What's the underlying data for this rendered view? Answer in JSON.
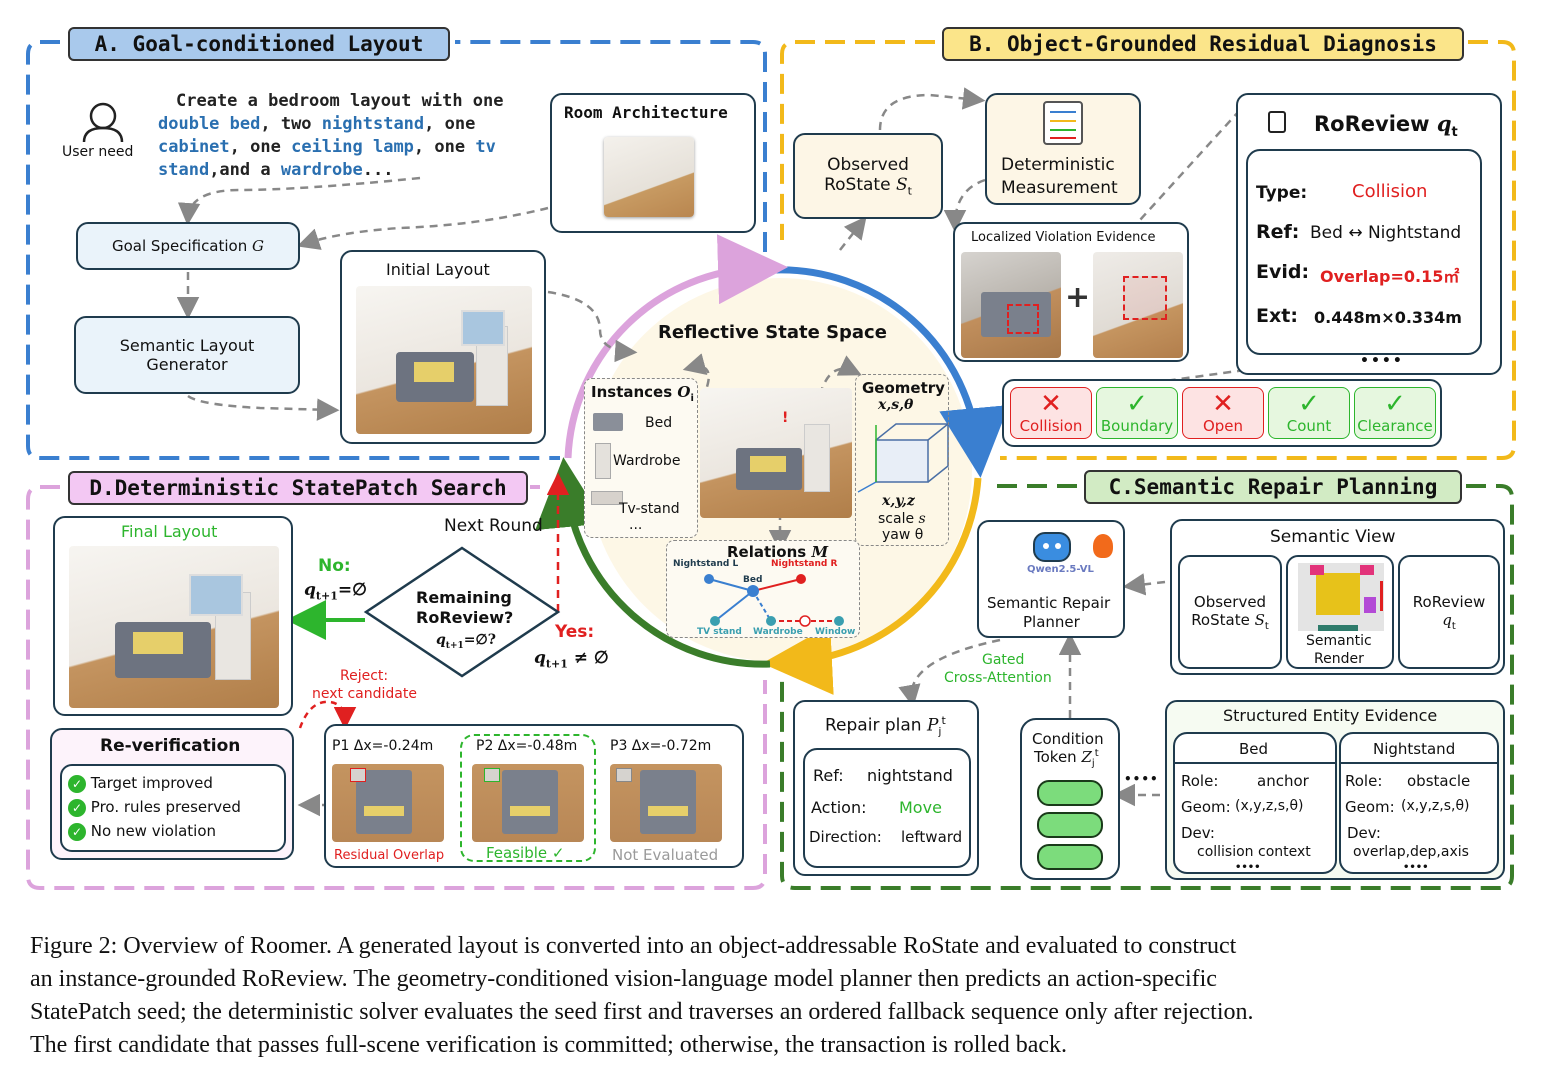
{
  "panelA": {
    "title": "A. Goal-conditioned Layout",
    "user_need_label": "User need",
    "prompt": {
      "line1": "Create a bedroom layout with one",
      "kw_double_bed": "double bed",
      "txt_two": ", two",
      "kw_nightstand": "nightstand",
      "txt_one1": ", one",
      "kw_cabinet": "cabinet",
      "txt_one2": ", one",
      "kw_ceiling_lamp": "ceiling lamp",
      "txt_one3": ", one",
      "kw_tv": "tv",
      "kw_stand": "stand",
      "txt_and": ",and a",
      "kw_wardrobe": "wardrobe",
      "txt_end": "..."
    },
    "room_architecture": "Room Architecture",
    "goal_spec": "Goal Specification",
    "goal_spec_symbol": "G",
    "initial_layout": "Initial Layout",
    "semantic_gen_line1": "Semantic Layout",
    "semantic_gen_line2": "Generator"
  },
  "panelB": {
    "title": "B. Object-Grounded Residual Diagnosis",
    "observed_line1": "Observed",
    "observed_line2": "RoState",
    "observed_symbol": "S",
    "observed_sub": "t",
    "measure_line1": "Deterministic",
    "measure_line2": "Measurement",
    "evidence_title": "Localized Violation Evidence",
    "plus": "+",
    "roreview_title": "RoReview",
    "roreview_symbol": "q",
    "roreview_sub": "t",
    "type_label": "Type:",
    "type_value": "Collision",
    "ref_label": "Ref:",
    "ref_value": "Bed ↔ Nightstand",
    "evid_label": "Evid:",
    "evid_value": "Overlap=0.15㎡",
    "ext_label": "Ext:",
    "ext_value": "0.448m×0.334m",
    "dots": "••••",
    "checks": [
      {
        "mark": "✕",
        "label": "Collision",
        "status": "fail"
      },
      {
        "mark": "✓",
        "label": "Boundary",
        "status": "pass"
      },
      {
        "mark": "✕",
        "label": "Open",
        "status": "fail"
      },
      {
        "mark": "✓",
        "label": "Count",
        "status": "pass"
      },
      {
        "mark": "✓",
        "label": "Clearance",
        "status": "pass"
      }
    ]
  },
  "center": {
    "title": "Reflective State Space",
    "instances_label": "Instances",
    "instances_symbol": "O",
    "instances_sub": "i",
    "inst_bed": "Bed",
    "inst_wardrobe": "Wardrobe",
    "inst_tvstand": "Tv-stand",
    "inst_more": "...",
    "geometry_label": "Geometry",
    "geometry_vars": "x,s,θ",
    "geometry_xyz": "x,y,z",
    "geometry_scale": "scale",
    "geometry_scale_sym": "s",
    "geometry_yaw": "yaw θ",
    "relations_label": "Relations",
    "relations_symbol": "M",
    "rel_nightstand_l": "Nightstand L",
    "rel_bed": "Bed",
    "rel_nightstand_r": "Nightstand R",
    "rel_tvstand": "TV stand",
    "rel_wardrobe": "Wardrobe",
    "rel_window": "Window",
    "rel_alert": "!"
  },
  "panelC": {
    "title": "C.Semantic Repair Planning",
    "model_name": "Qwen2.5-VL",
    "planner_line1": "Semantic Repair",
    "planner_line2": "Planner",
    "semantic_view_title": "Semantic View",
    "sv_observed_line1": "Observed",
    "sv_observed_line2": "RoState",
    "sv_render_line1": "Semantic",
    "sv_render_line2": "Render",
    "sv_roreview": "RoReview",
    "sv_roreview_sym": "q",
    "gated_line1": "Gated",
    "gated_line2": "Cross-Attention",
    "repair_title": "Repair plan",
    "repair_symbol": "P",
    "repair_sup": "t",
    "repair_sub": "j",
    "ref_label": "Ref:",
    "ref_value": "nightstand",
    "action_label": "Action:",
    "action_value": "Move",
    "direction_label": "Direction:",
    "direction_value": "leftward",
    "cond_line1": "Condition",
    "cond_line2": "Token",
    "cond_symbol": "Z",
    "cond_dots": "••••",
    "entity_title": "Structured Entity Evidence",
    "entity_bed": {
      "name": "Bed",
      "role_label": "Role:",
      "role": "anchor",
      "geom_label": "Geom:",
      "geom": "(x,y,z,s,θ)",
      "dev_label": "Dev:",
      "dev": "collision context",
      "dots": "••••"
    },
    "entity_nightstand": {
      "name": "Nightstand",
      "role_label": "Role:",
      "role": "obstacle",
      "geom_label": "Geom:",
      "geom": "(x,y,z,s,θ)",
      "dev_label": "Dev:",
      "dev": "overlap,dep,axis",
      "dots": "••••"
    }
  },
  "panelD": {
    "title": "D.Deterministic StatePatch Search",
    "final_layout": "Final Layout",
    "next_round": "Next Round",
    "no_label": "No:",
    "no_formula": "q",
    "no_formula_tail": "=∅",
    "remaining_line1": "Remaining",
    "remaining_line2": "RoReview?",
    "remaining_formula": "=∅?",
    "yes_label": "Yes:",
    "yes_formula_tail": "≠ ∅",
    "sub_t1": "t+1",
    "reject_line1": "Reject:",
    "reject_line2": "next candidate",
    "reverification": "Re-verification",
    "checks": [
      "Target improved",
      "Pro. rules preserved",
      "No new violation"
    ],
    "candidates": [
      {
        "label": "P1 Δx=-0.24m",
        "status": "Residual Overlap",
        "color": "#e02020"
      },
      {
        "label": "P2 Δx=-0.48m",
        "status": "Feasible ✓",
        "color": "#2db52d"
      },
      {
        "label": "P3 Δx=-0.72m",
        "status": "Not Evaluated",
        "color": "#9a9a9a"
      }
    ]
  },
  "colors": {
    "panelA": "#3a7fd0",
    "panelB": "#f2b91a",
    "panelC": "#3a7d2a",
    "panelD": "#dca3dc",
    "keyword": "#2a6fb0",
    "fail": "#e02020",
    "pass": "#2db52d",
    "title_bg_A": "#a9c9ec",
    "title_bg_B": "#fbe58a",
    "title_bg_C": "#d2ebc4",
    "title_bg_D": "#f3c8f3"
  },
  "caption": {
    "line1": "Figure 2: Overview of Roomer. A generated layout is converted into an object-addressable RoState and evaluated to construct",
    "line2": "an instance-grounded RoReview. The geometry-conditioned vision-language model planner then predicts an action-specific",
    "line3": "StatePatch seed; the deterministic solver evaluates the seed first and traverses an ordered fallback sequence only after rejection.",
    "line4": "The first candidate that passes full-scene verification is committed; otherwise, the transaction is rolled back."
  }
}
